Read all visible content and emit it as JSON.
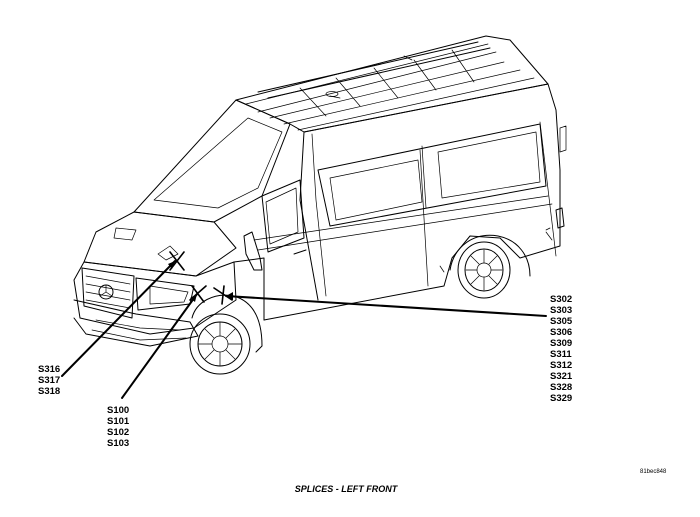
{
  "caption": "SPLICES - LEFT FRONT",
  "figure_code": "81bec848",
  "callouts": {
    "group_a": [
      "S316",
      "S317",
      "S318"
    ],
    "group_b": [
      "S100",
      "S101",
      "S102",
      "S103"
    ],
    "group_c": [
      "S302",
      "S303",
      "S305",
      "S306",
      "S309",
      "S311",
      "S312",
      "S321",
      "S328",
      "S329"
    ]
  }
}
